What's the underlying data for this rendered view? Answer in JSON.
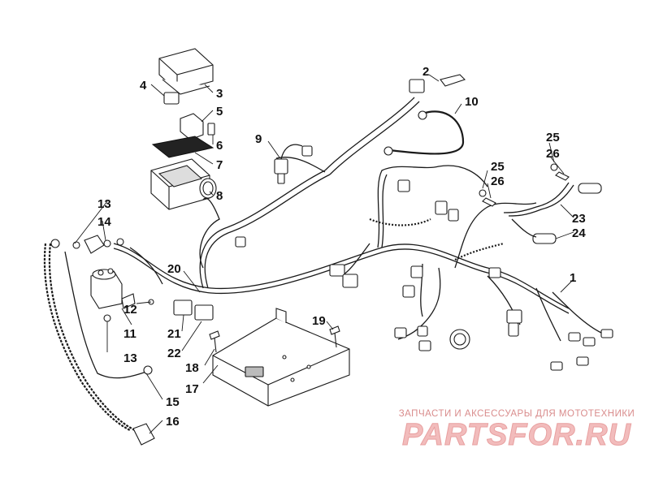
{
  "diagram": {
    "callouts": [
      {
        "id": "c1",
        "label": "1"
      },
      {
        "id": "c2",
        "label": "2"
      },
      {
        "id": "c3",
        "label": "3"
      },
      {
        "id": "c4",
        "label": "4"
      },
      {
        "id": "c5",
        "label": "5"
      },
      {
        "id": "c6",
        "label": "6"
      },
      {
        "id": "c7",
        "label": "7"
      },
      {
        "id": "c8",
        "label": "8"
      },
      {
        "id": "c9",
        "label": "9"
      },
      {
        "id": "c10",
        "label": "10"
      },
      {
        "id": "c11",
        "label": "11"
      },
      {
        "id": "c12",
        "label": "12"
      },
      {
        "id": "c13a",
        "label": "13"
      },
      {
        "id": "c13b",
        "label": "13"
      },
      {
        "id": "c14",
        "label": "14"
      },
      {
        "id": "c15",
        "label": "15"
      },
      {
        "id": "c16",
        "label": "16"
      },
      {
        "id": "c17",
        "label": "17"
      },
      {
        "id": "c18",
        "label": "18"
      },
      {
        "id": "c19",
        "label": "19"
      },
      {
        "id": "c20",
        "label": "20"
      },
      {
        "id": "c21",
        "label": "21"
      },
      {
        "id": "c22",
        "label": "22"
      },
      {
        "id": "c23",
        "label": "23"
      },
      {
        "id": "c24",
        "label": "24"
      },
      {
        "id": "c25a",
        "label": "25"
      },
      {
        "id": "c25b",
        "label": "25"
      },
      {
        "id": "c26a",
        "label": "26"
      },
      {
        "id": "c26b",
        "label": "26"
      }
    ]
  },
  "watermark": {
    "tagline": "ЗАПЧАСТИ И АКСЕССУАРЫ ДЛЯ МОТОТЕХНИКИ",
    "logo": "PARTSFOR.RU",
    "color": "#f2bcbc"
  }
}
